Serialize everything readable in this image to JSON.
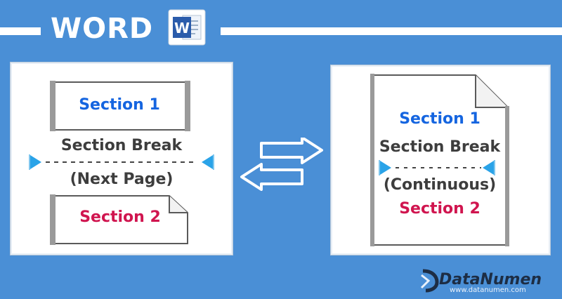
{
  "header": {
    "title": "WORD",
    "app_icon": "word-icon",
    "icon_letter": "W"
  },
  "left_diagram": {
    "section_1": "Section 1",
    "break_line_1": "Section Break",
    "break_line_2": "(Next Page)",
    "section_2": "Section 2"
  },
  "right_diagram": {
    "section_1": "Section 1",
    "break_line_1": "Section Break",
    "break_line_2": "(Continuous)",
    "section_2": "Section 2"
  },
  "arrows": {
    "icon": "swap-arrows-icon"
  },
  "footer": {
    "brand": "DataNumen",
    "url": "www.datanumen.com"
  },
  "colors": {
    "background": "#4a8fd6",
    "section_1_text": "#1565e0",
    "section_2_text": "#d0154f",
    "break_text": "#3d3d3d",
    "marker": "#2aa3e8"
  }
}
